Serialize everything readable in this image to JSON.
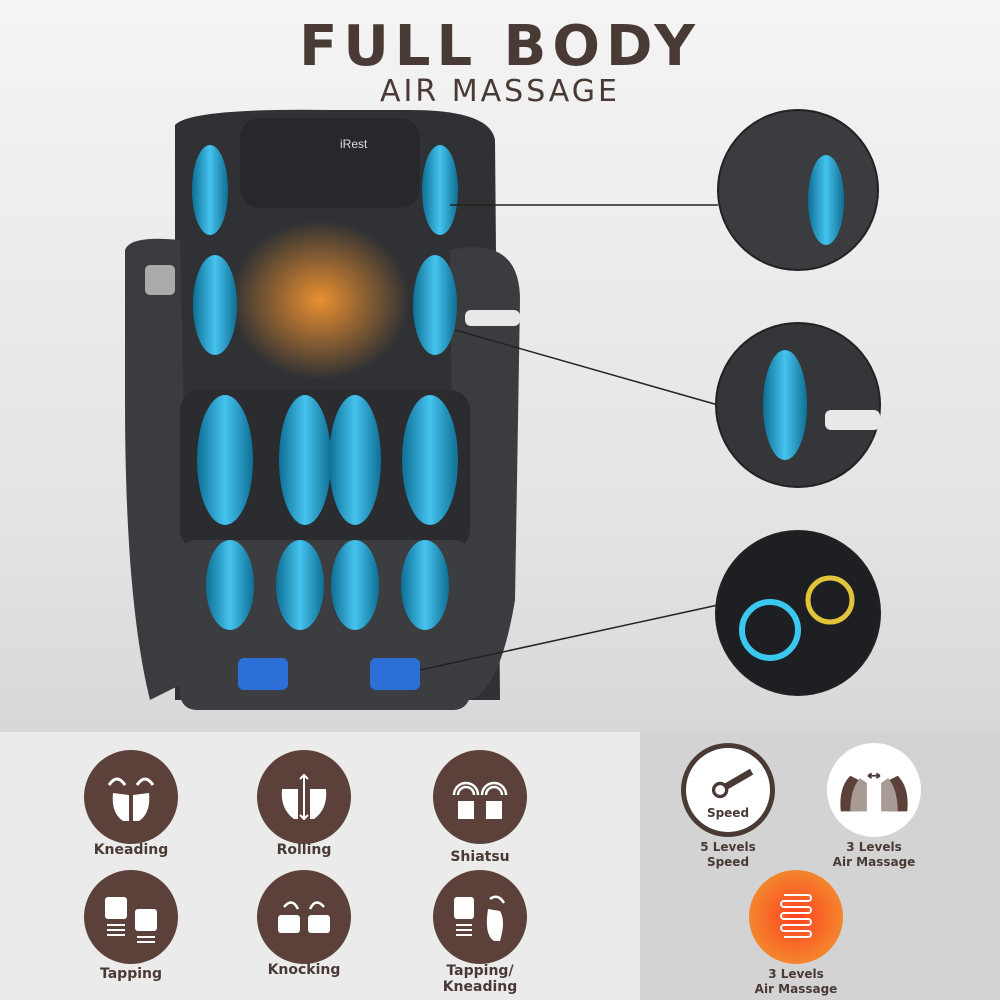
{
  "header": {
    "title": "FULL BODY",
    "subtitle": "AIR MASSAGE"
  },
  "product": {
    "brand": "iRest"
  },
  "colors": {
    "brown": "#5b4139",
    "airbag": "#2ea9d8",
    "heat": "#f07a2a"
  },
  "modes": [
    {
      "label": "Kneading",
      "icon": "kneading-hands-icon"
    },
    {
      "label": "Rolling",
      "icon": "rolling-hands-icon"
    },
    {
      "label": "Shiatsu",
      "icon": "shiatsu-icon"
    },
    {
      "label": "Tapping",
      "icon": "tapping-icon"
    },
    {
      "label": "Knocking",
      "icon": "knocking-icon"
    },
    {
      "label": "Tapping/ Kneading",
      "icon": "tapping-kneading-icon"
    }
  ],
  "features": [
    {
      "icon_text": "Speed",
      "line1": "5 Levels",
      "line2": "Speed",
      "icon": "speedometer-icon"
    },
    {
      "line1": "3 Levels",
      "line2": "Air Massage",
      "icon": "air-massage-hands-icon"
    },
    {
      "line1": "3 Levels",
      "line2": "Air Massage",
      "icon": "heating-coil-icon"
    }
  ]
}
